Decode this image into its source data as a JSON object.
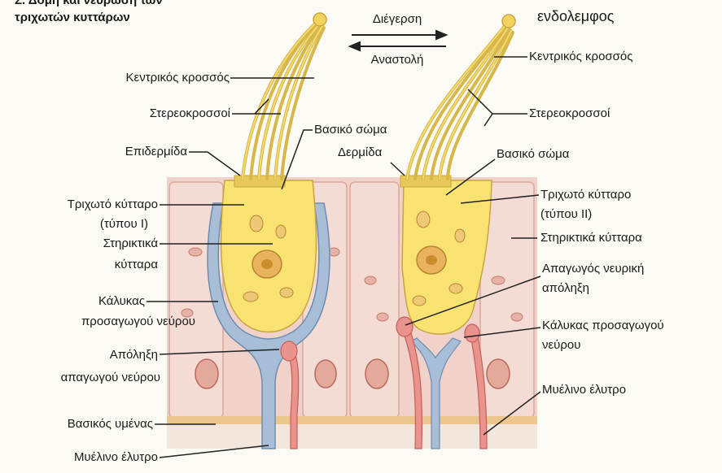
{
  "title": {
    "line1": "Σ. Δομή και νεύρωση των",
    "line2": "τριχωτών κυττάρων"
  },
  "arrows": {
    "excitation": "Διέγερση",
    "inhibition": "Αναστολή"
  },
  "endolymph": "ενδολεμφος",
  "left_cell": {
    "kinocilium": "Κεντρικός κροσσός",
    "stereocilia": "Στερεοκροσσοί",
    "basal_body": "Βασικό σώμα",
    "cuticle": "Επιδερμίδα",
    "hair_cell_line1": "Τριχωτό κύτταρο",
    "hair_cell_line2": "(τύπου Ι)",
    "supporting_line1": "Στηρικτικά",
    "supporting_line2": "κύτταρα",
    "calyx_line1": "Κάλυκας",
    "calyx_line2": "προσαγωγού νεύρου",
    "efferent_line1": "Απόληξη",
    "efferent_line2": "απαγωγού νεύρου",
    "basement_membrane": "Βασικός υμένας",
    "myelin": "Μυέλινο έλυτρο"
  },
  "right_cell": {
    "kinocilium": "Κεντρικός κροσσός",
    "stereocilia": "Στερεοκροσσοί",
    "basal_body": "Βασικό σώμα",
    "cuticle": "Δερμίδα",
    "hair_cell_line1": "Τριχωτό κύτταρο",
    "hair_cell_line2": "(τύπου ΙΙ)",
    "supporting": "Στηρικτικά κύτταρα",
    "efferent_line1": "Απαγωγός νευρική",
    "efferent_line2": "απόληξη",
    "calyx_line1": "Κάλυκας προσαγωγού",
    "calyx_line2": "νεύρου",
    "myelin": "Μυέλινο έλυτρο"
  }
}
